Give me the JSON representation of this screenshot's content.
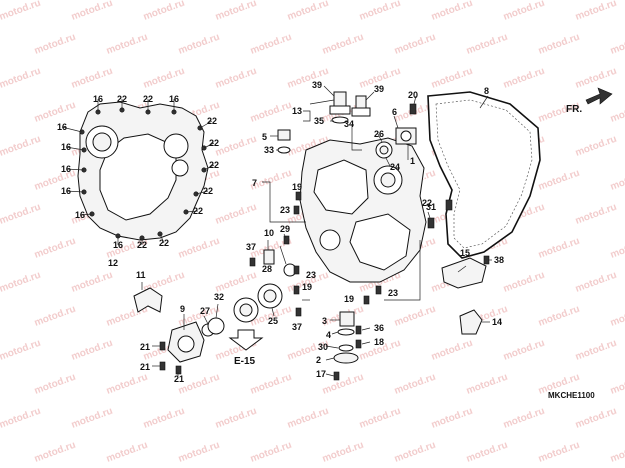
{
  "diagram_code": "MKCHE1100",
  "direction_marker": "FR.",
  "reference_callout": "E-15",
  "watermark": "motod.ru",
  "callouts": [
    "1",
    "2",
    "3",
    "4",
    "5",
    "6",
    "7",
    "8",
    "9",
    "10",
    "11",
    "12",
    "13",
    "14",
    "15",
    "16",
    "17",
    "18",
    "19",
    "20",
    "21",
    "22",
    "23",
    "24",
    "25",
    "26",
    "27",
    "28",
    "29",
    "30",
    "31",
    "32",
    "33",
    "34",
    "35",
    "36",
    "37",
    "38",
    "39"
  ],
  "left_cover_labels": {
    "bolt_16": "16",
    "bolt_22": "22"
  }
}
